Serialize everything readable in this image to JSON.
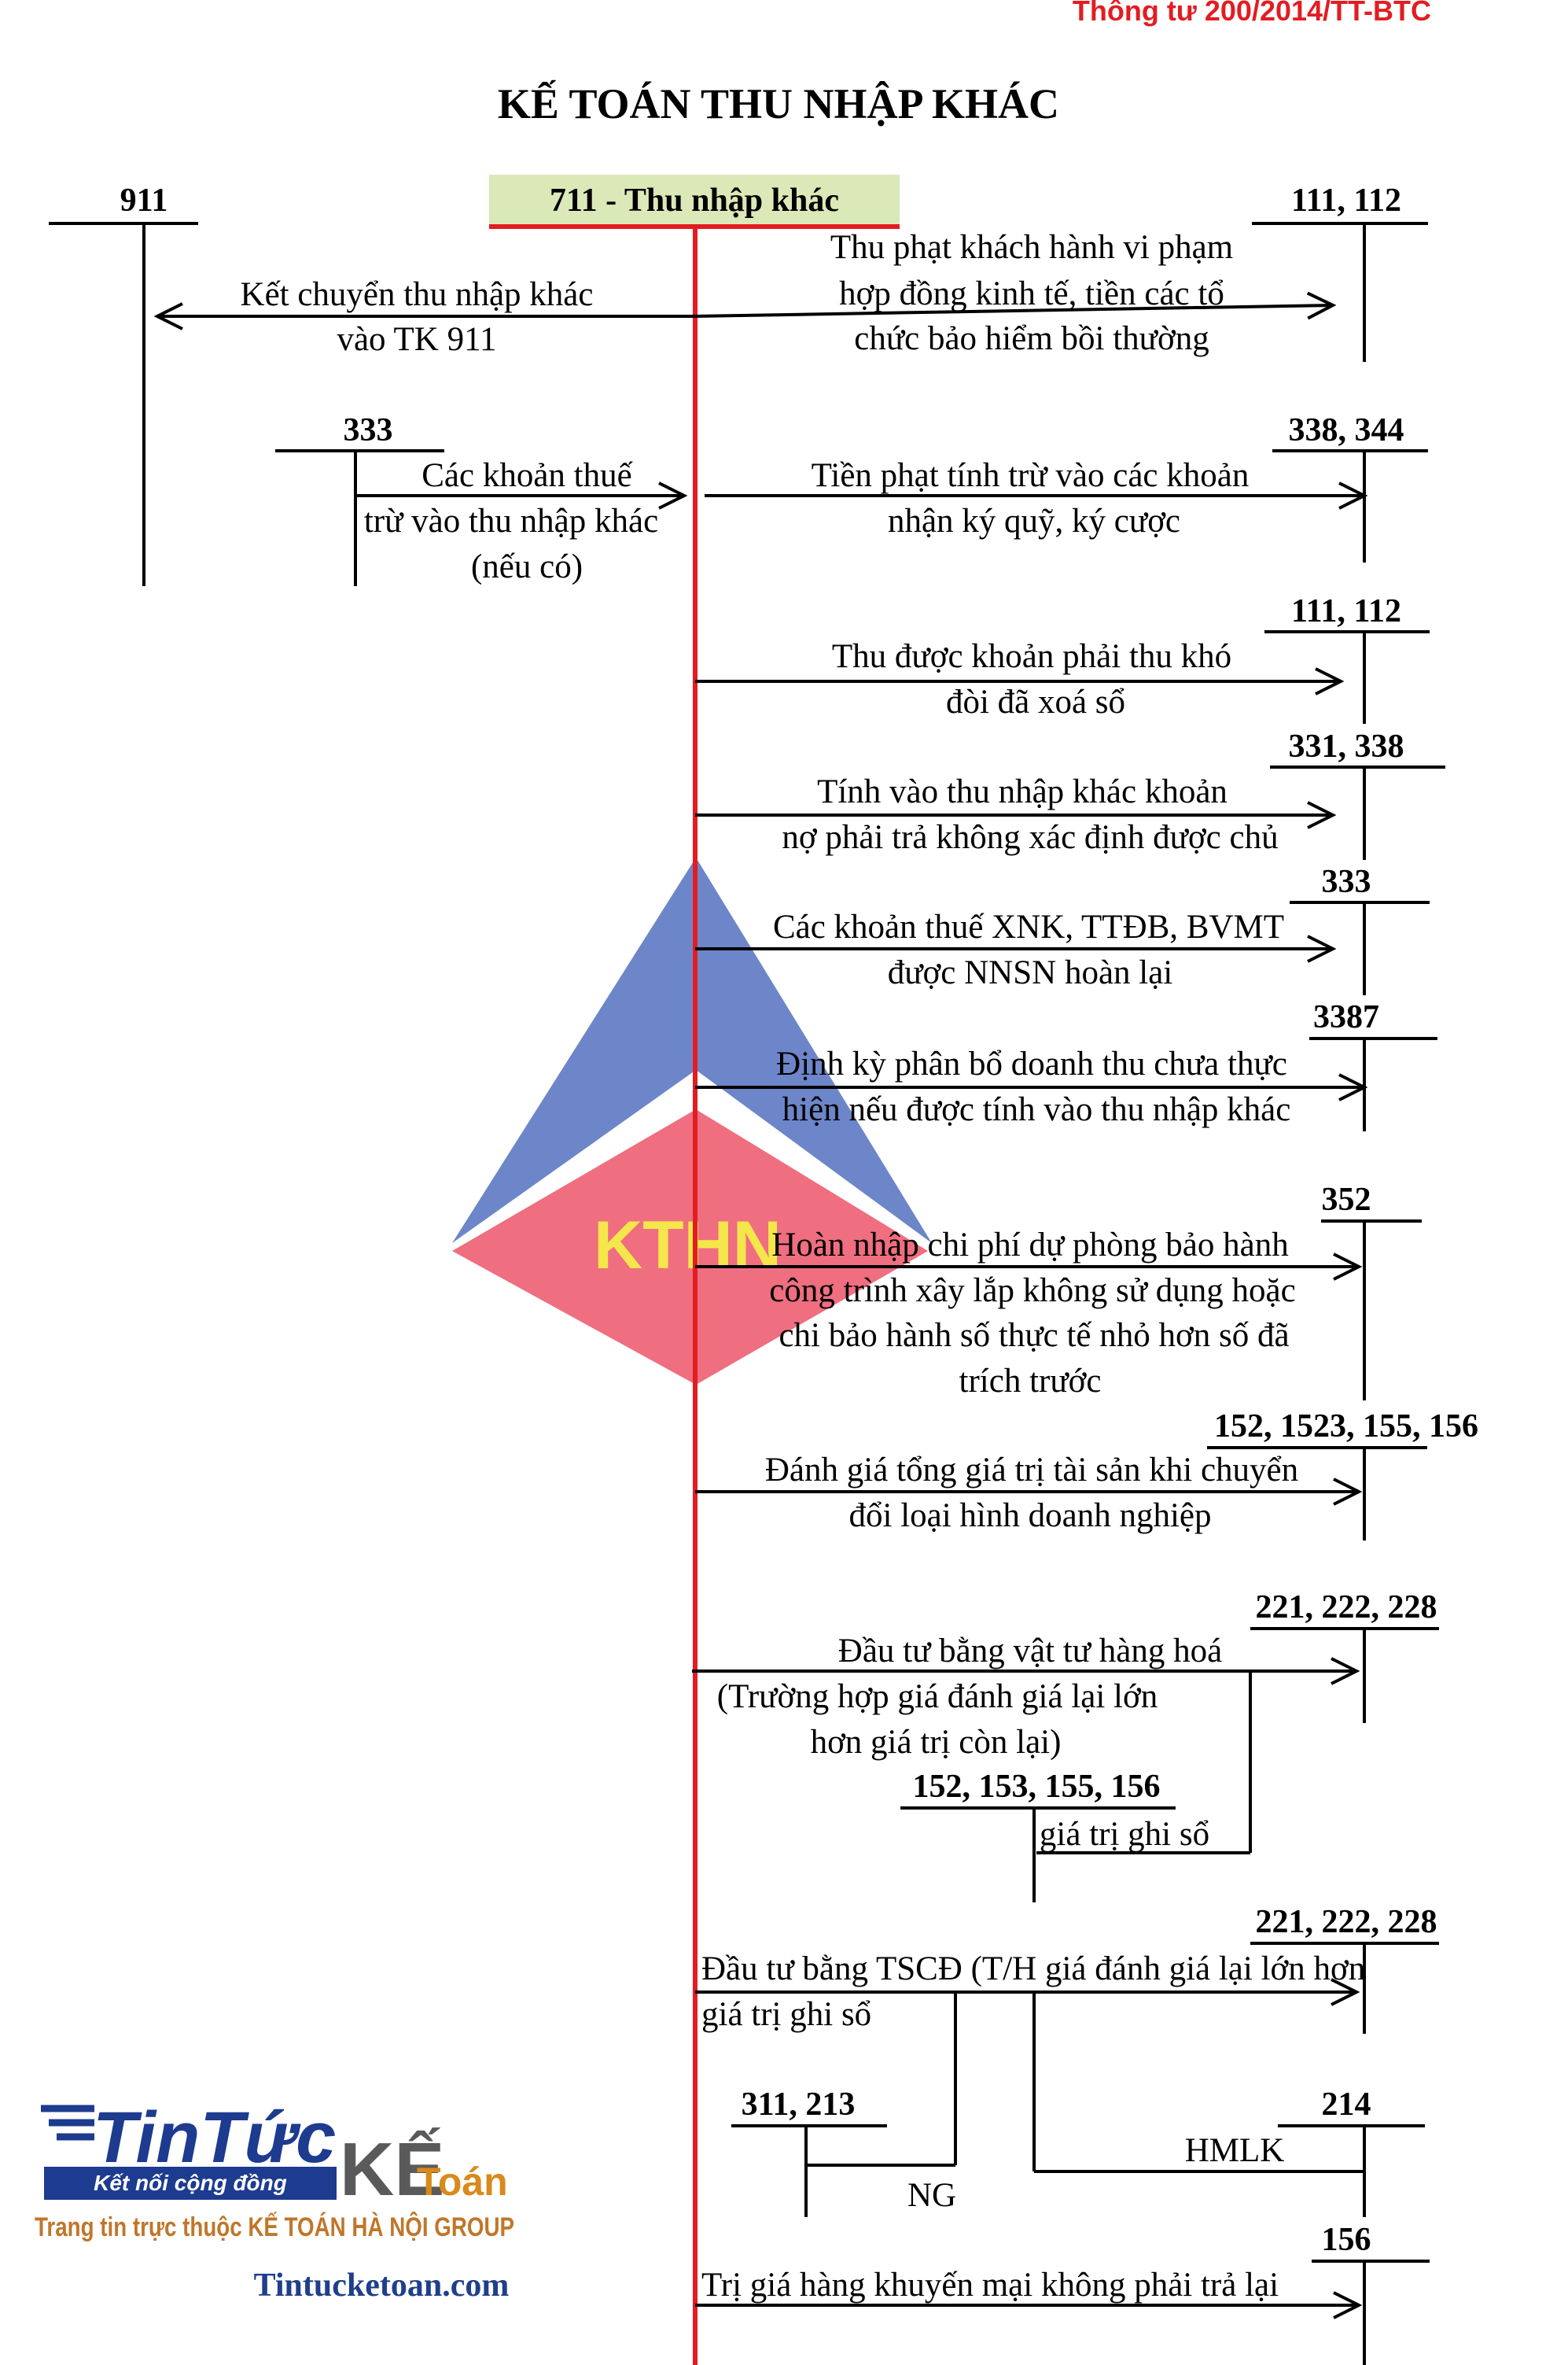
{
  "header": {
    "circular": "Thông tư 200/2014/TT-BTC",
    "title": "KẾ TOÁN THU NHẬP KHÁC"
  },
  "accounts": {
    "acc_911": "911",
    "acc_711": "711 - Thu nhập khác",
    "acc_111_112_a": "111, 112",
    "acc_333_a": "333",
    "acc_338_344": "338, 344",
    "acc_111_112_b": "111, 112",
    "acc_331_338": "331, 338",
    "acc_333_b": "333",
    "acc_3387": "3387",
    "acc_352": "352",
    "acc_152_1523": "152, 1523, 155, 156",
    "acc_221_a": "221, 222, 228",
    "acc_152_153": "152, 153, 155, 156",
    "acc_221_b": "221, 222, 228",
    "acc_311_213": "311, 213",
    "acc_214": "214",
    "acc_156": "156"
  },
  "entries": {
    "transfer_911": [
      "Kết chuyển thu nhập khác",
      "vào TK 911"
    ],
    "fines": [
      "Thu phạt khách hành vi phạm",
      "hợp đồng kinh tế, tiền các tổ",
      "chức bảo hiểm bồi thường"
    ],
    "taxes": [
      "Các khoản thuế",
      "trừ vào thu nhập khác",
      "(nếu có)"
    ],
    "deposits": [
      "Tiền phạt tính trừ vào các khoản",
      "nhận ký quỹ, ký cược"
    ],
    "bad_debts": [
      "Thu được khoản phải thu khó",
      "đòi đã xoá sổ"
    ],
    "payables": [
      "Tính vào thu nhập khác khoản",
      "nợ phải trả không xác định được chủ"
    ],
    "tax_refund": [
      "Các khoản thuế XNK, TTĐB, BVMT",
      "được NNSN hoàn lại"
    ],
    "unearned": [
      "Định kỳ phân bổ doanh thu chưa thực",
      "hiện nếu được tính vào thu nhập khác"
    ],
    "warranty": [
      "Hoàn nhập chi phí dự phòng bảo hành",
      "công trình xây lắp không sử dụng hoặc",
      "chi bảo hành số thực tế nhỏ hơn số đã",
      "trích trước"
    ],
    "revaluation": [
      "Đánh giá tổng giá trị tài sản khi chuyển",
      "đổi loại hình doanh nghiệp"
    ],
    "invest_goods": [
      "Đầu tư bằng vật tư hàng hoá",
      "(Trường hợp giá đánh giá lại lớn",
      "hơn giá trị còn lại)"
    ],
    "book_value": "giá trị ghi sổ",
    "invest_fixed": [
      "Đầu tư bằng TSCĐ (T/H giá đánh giá lại lớn hơn",
      "giá trị ghi sổ"
    ],
    "hmlk": "HMLK",
    "ng": "NG",
    "promotion": "Trị giá hàng khuyến mại không phải trả lại"
  },
  "watermark": {
    "text": "KTHN",
    "colors": {
      "blue": "#6d86c9",
      "red": "#ef6e7f",
      "yellow": "#f5e74b"
    }
  },
  "logo": {
    "brand_1": "TinTức",
    "brand_2": "KẾ",
    "brand_3": "Toán",
    "slogan": "Kết nối cộng đồng",
    "tagline": "Trang tin trực thuộc KẾ TOÁN HÀ NỘI GROUP",
    "site": "Tintucketoan.com"
  },
  "colors": {
    "red_line": "#e21d22",
    "header_red": "#e21d22",
    "green_box": "#dbe8b8",
    "site_blue": "#1f3f8c"
  }
}
